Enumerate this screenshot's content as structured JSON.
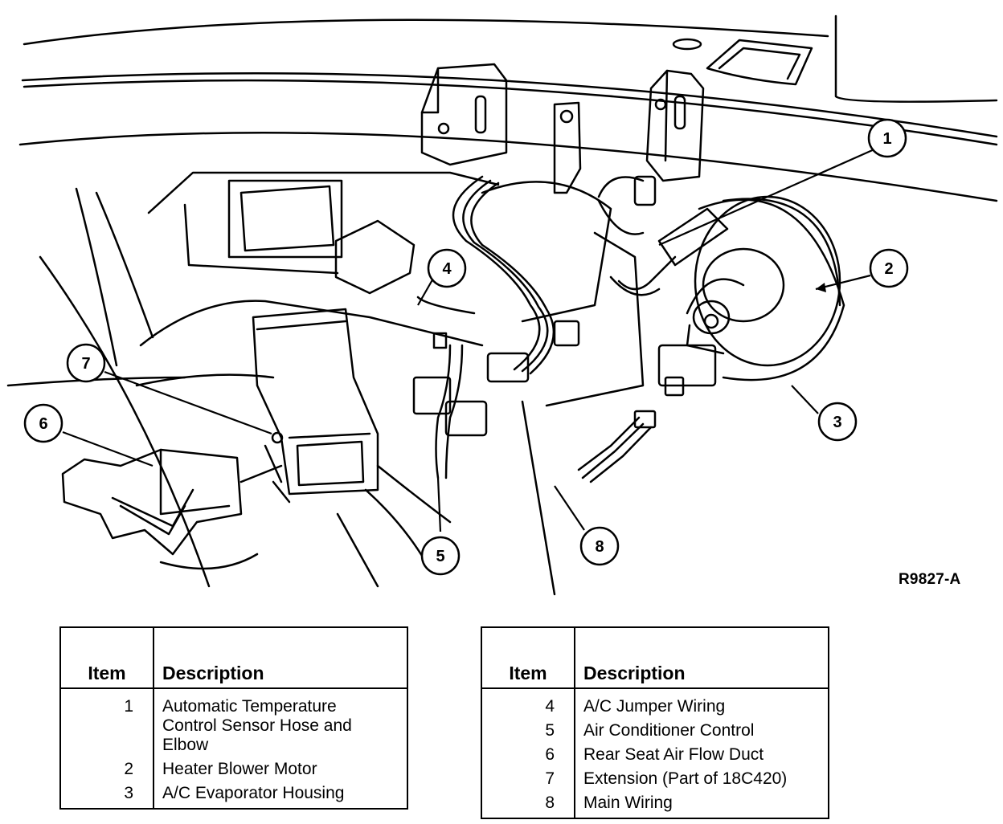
{
  "diagram": {
    "callouts": [
      "1",
      "2",
      "3",
      "4",
      "5",
      "6",
      "7",
      "8"
    ],
    "figure_code": "R9827-A"
  },
  "legend_left": {
    "header_item": "Item",
    "header_description": "Description",
    "rows": [
      {
        "item": "1",
        "description": "Automatic Temperature Control Sensor Hose and Elbow"
      },
      {
        "item": "2",
        "description": "Heater Blower Motor"
      },
      {
        "item": "3",
        "description": "A/C Evaporator Housing"
      }
    ]
  },
  "legend_right": {
    "header_item": "Item",
    "header_description": "Description",
    "rows": [
      {
        "item": "4",
        "description": "A/C Jumper Wiring"
      },
      {
        "item": "5",
        "description": "Air Conditioner Control"
      },
      {
        "item": "6",
        "description": "Rear Seat Air Flow Duct"
      },
      {
        "item": "7",
        "description": "Extension (Part of 18C420)"
      },
      {
        "item": "8",
        "description": "Main Wiring"
      }
    ]
  }
}
